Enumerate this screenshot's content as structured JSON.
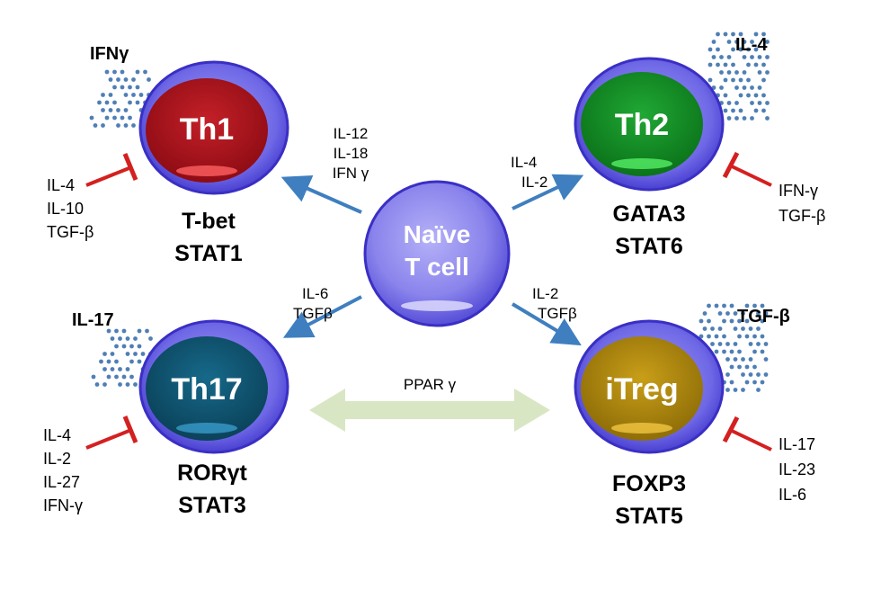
{
  "colors": {
    "membrane": "#4a3fd6",
    "membrane_light": "#8b87f0",
    "arrow_blue": "#3f7fbf",
    "inhibit_red": "#d42020",
    "dots": "#4f7fb5",
    "ppar_arrow": "#d9e6c3",
    "th1": "#b0101a",
    "th2": "#119822",
    "th17": "#0e5a78",
    "itreg": "#b8900e",
    "naive": "#8c86ec"
  },
  "naive": {
    "label_line1": "Naïve",
    "label_line2": "T cell"
  },
  "cells": {
    "th1": {
      "label": "Th1",
      "secreted": "IFNγ",
      "tf_line1": "T-bet",
      "tf_line2": "STAT1",
      "inducers": [
        "IL-12",
        "IL-18",
        "IFN γ"
      ],
      "inhibitors": [
        "IL-4",
        "IL-10",
        "TGF-β"
      ]
    },
    "th2": {
      "label": "Th2",
      "secreted": "IL-4",
      "tf_line1": "GATA3",
      "tf_line2": "STAT6",
      "inducers": [
        "IL-4",
        "IL-2"
      ],
      "inhibitors": [
        "IFN-γ",
        "TGF-β"
      ]
    },
    "th17": {
      "label": "Th17",
      "secreted": "IL-17",
      "tf_line1": "RORγt",
      "tf_line2": "STAT3",
      "inducers": [
        "IL-6",
        "TGFβ"
      ],
      "inhibitors": [
        "IL-4",
        "IL-2",
        "IL-27",
        "IFN-γ"
      ]
    },
    "itreg": {
      "label": "iTreg",
      "secreted": "TGF-β",
      "tf_line1": "FOXP3",
      "tf_line2": "STAT5",
      "inducers": [
        "IL-2",
        "TGFβ"
      ],
      "inhibitors": [
        "IL-17",
        "IL-23",
        "IL-6"
      ]
    }
  },
  "ppar_label": "PPAR γ"
}
